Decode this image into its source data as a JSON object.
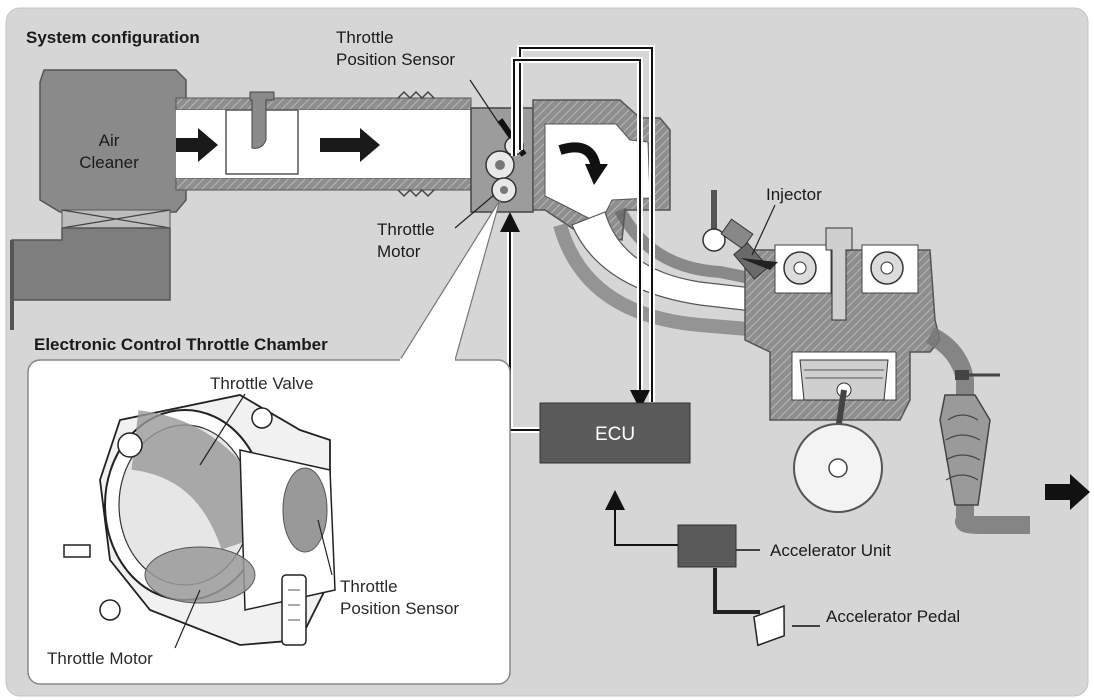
{
  "title": "System configuration",
  "inset_title": "Electronic Control Throttle Chamber",
  "labels": {
    "air_cleaner_line1": "Air",
    "air_cleaner_line2": "Cleaner",
    "tps_line1": "Throttle",
    "tps_line2": "Position Sensor",
    "motor_line1": "Throttle",
    "motor_line2": "Motor",
    "injector": "Injector",
    "ecu": "ECU",
    "accelerator_unit": "Accelerator Unit",
    "accelerator_pedal": "Accelerator Pedal"
  },
  "inset_labels": {
    "throttle_valve": "Throttle Valve",
    "tps_line1": "Throttle",
    "tps_line2": "Position Sensor",
    "throttle_motor": "Throttle Motor"
  },
  "colors": {
    "panel": "#d6d6d6",
    "ecu_box": "#5a5a5a",
    "metal": "#7a7a7a",
    "hatch": "#9a9a9a",
    "inset_bg": "#ffffff"
  }
}
